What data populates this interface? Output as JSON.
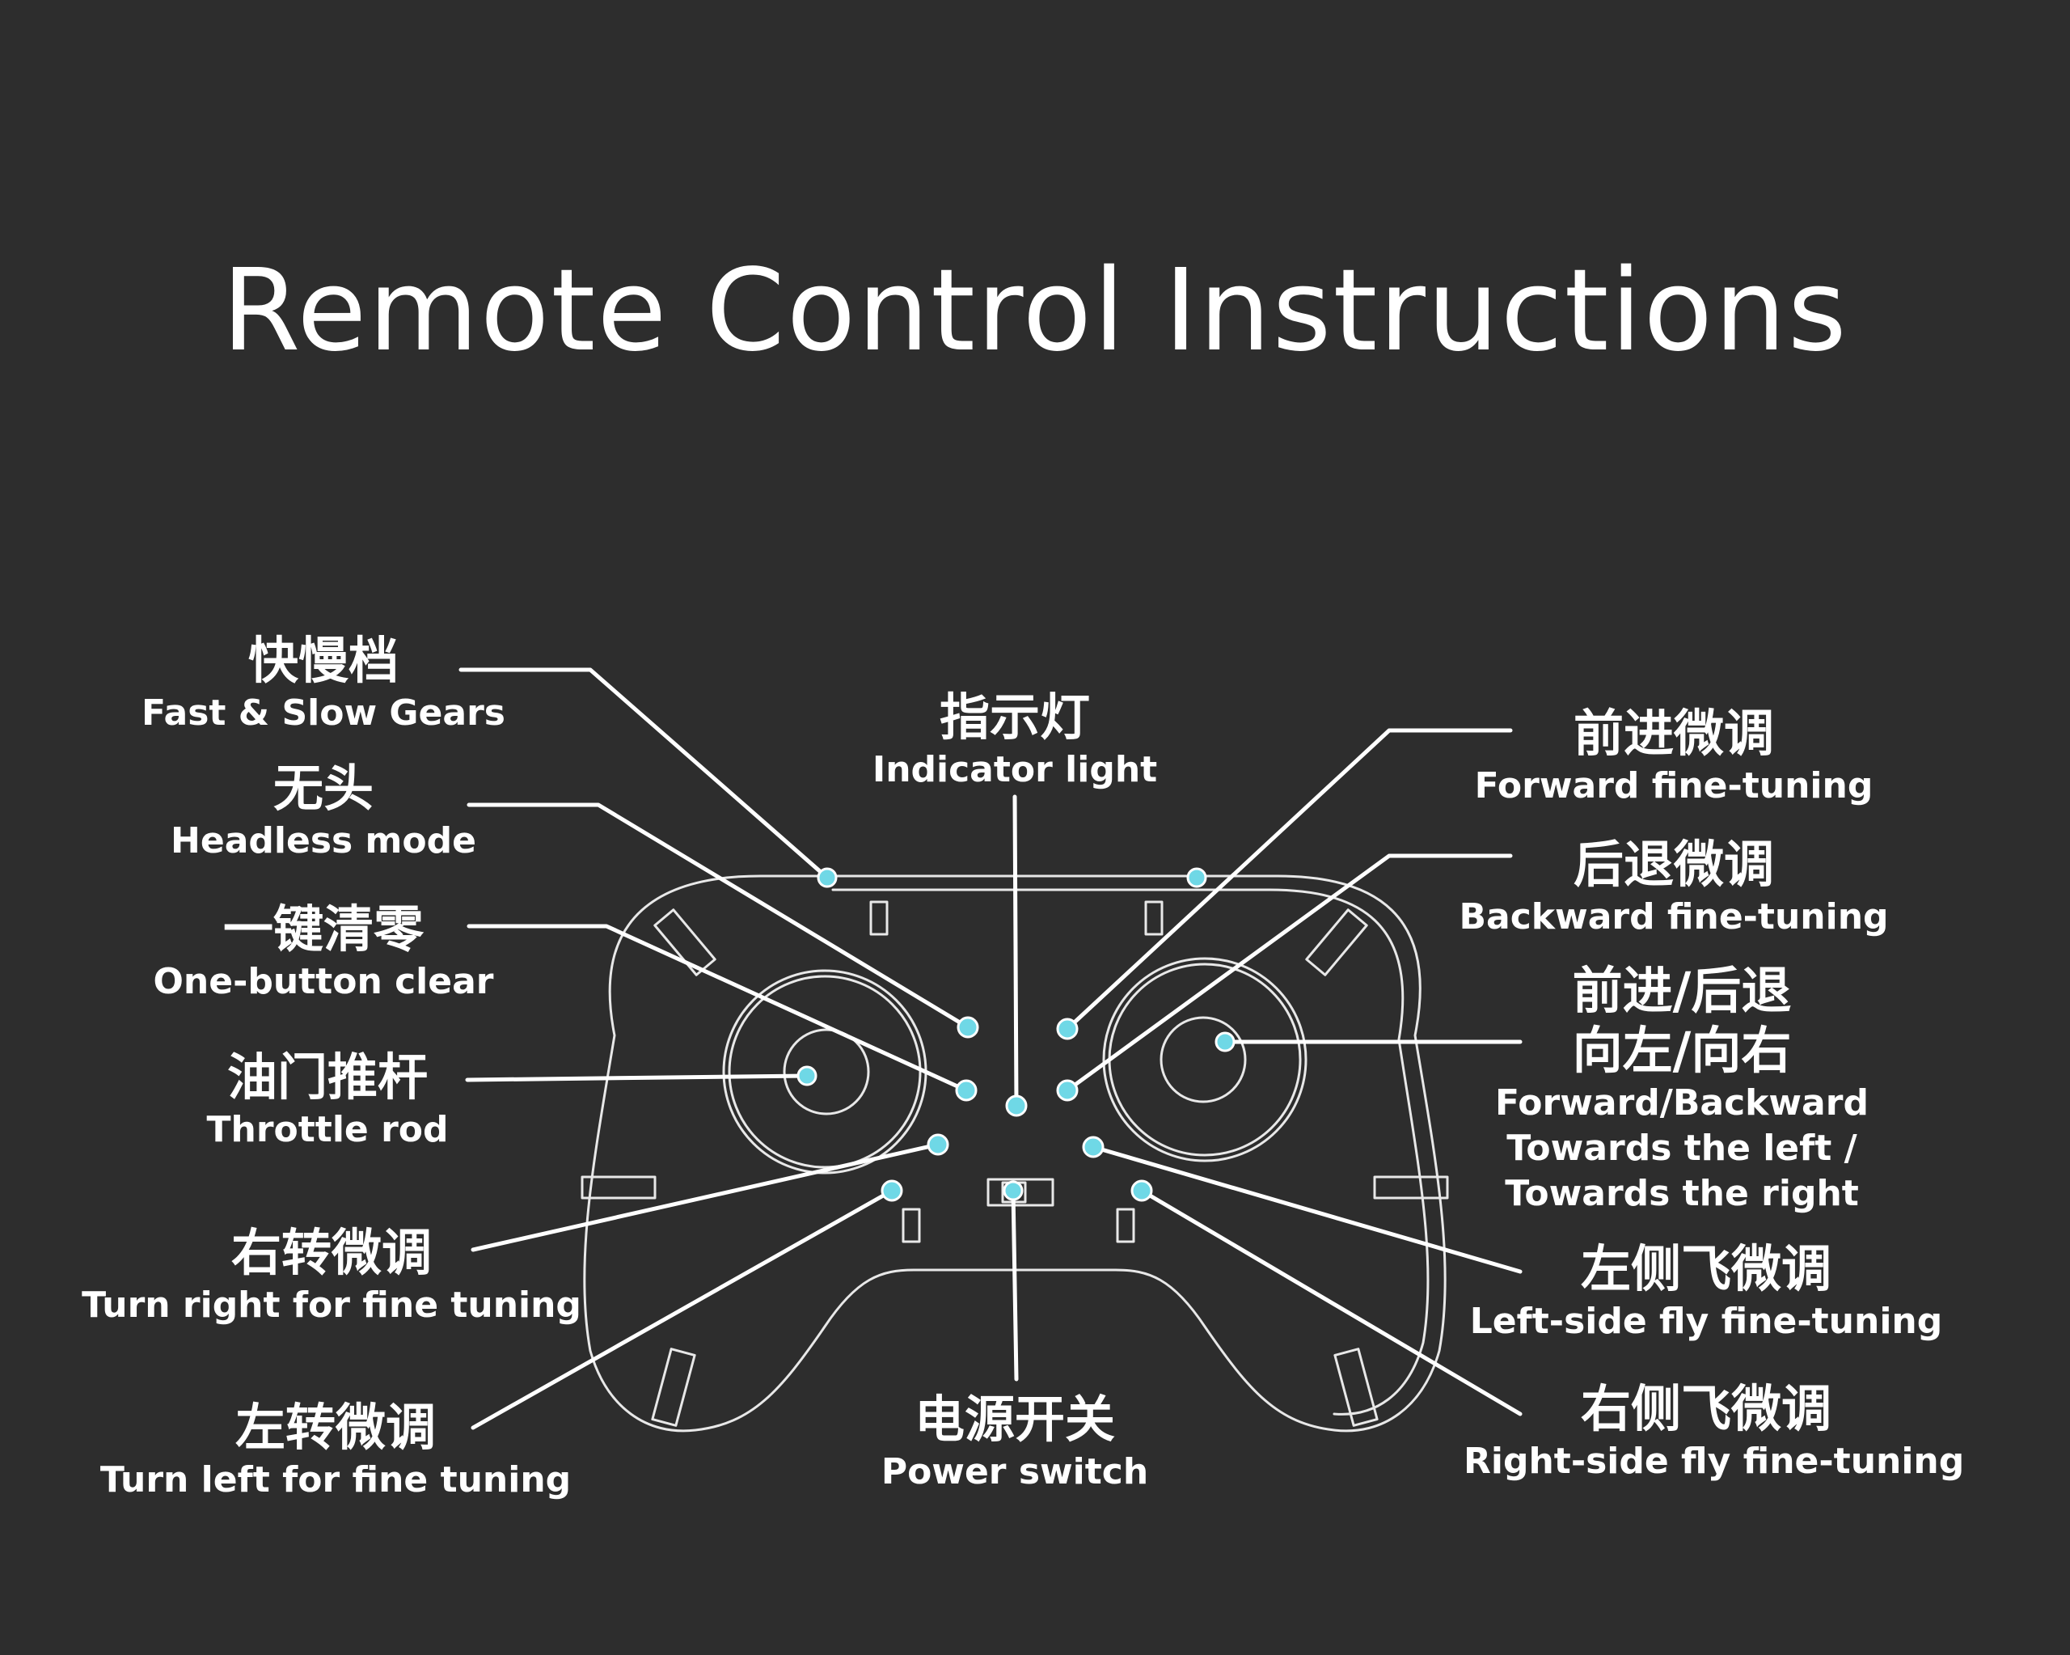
{
  "title": "Remote Control Instructions",
  "colors": {
    "background": "#2d2d2d",
    "text": "#ffffff",
    "point": "#6fd8e6",
    "outline": "#e8e8e8"
  },
  "labels": {
    "fast_slow": {
      "zh": "快慢档",
      "en": "Fast & Slow Gears"
    },
    "headless": {
      "zh": "无头",
      "en": "Headless mode"
    },
    "one_button_clear": {
      "zh": "一键清零",
      "en": "One-button clear"
    },
    "throttle": {
      "zh": "油门推杆",
      "en": "Throttle rod"
    },
    "turn_right": {
      "zh": "右转微调",
      "en": "Turn right for fine tuning"
    },
    "turn_left": {
      "zh": "左转微调",
      "en": "Turn left for fine tuning"
    },
    "indicator": {
      "zh": "指示灯",
      "en": "Indicator light"
    },
    "power": {
      "zh": "电源开关",
      "en": "Power switch"
    },
    "forward": {
      "zh": "前进微调",
      "en": "Forward fine-tuning"
    },
    "backward": {
      "zh": "后退微调",
      "en": "Backward fine-tuning"
    },
    "direction": {
      "zh1": "前进/后退",
      "zh2": "向左/向右",
      "en1": "Forward/Backward",
      "en2": "Towards the left /",
      "en3": "Towards the right"
    },
    "left_fly": {
      "zh": "左侧飞微调",
      "en": "Left-side fly fine-tuning"
    },
    "right_fly": {
      "zh": "右侧飞微调",
      "en": "Right-side fly fine-tuning"
    }
  }
}
